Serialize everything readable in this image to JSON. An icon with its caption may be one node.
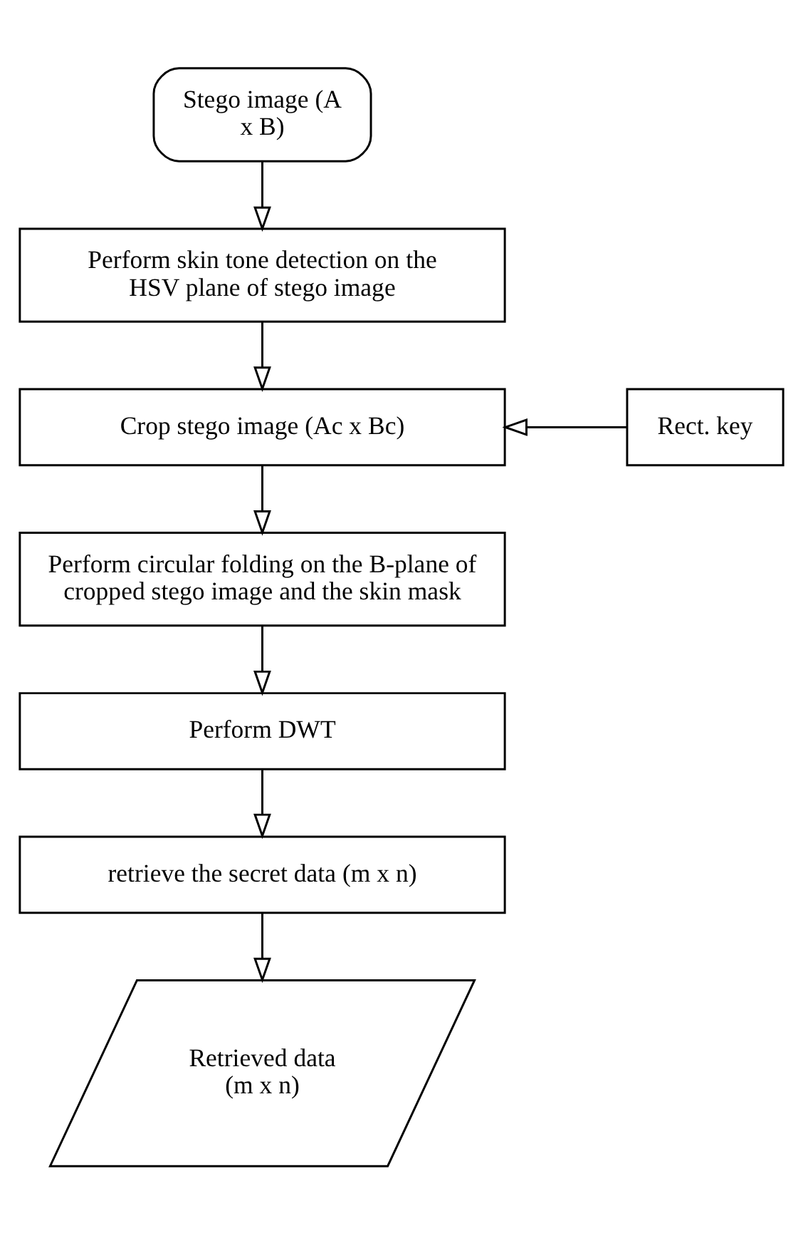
{
  "diagram": {
    "nodes": [
      {
        "text": [
          "Stego image (A x B)"
        ]
      },
      {
        "text": [
          "Perform skin tone detection on the HSV plane of stego image"
        ]
      },
      {
        "text": [
          "Crop stego image (Ac x Bc)"
        ]
      },
      {
        "text": [
          "Rect. key"
        ]
      },
      {
        "text": [
          "Perform circular folding on the B-plane of cropped stego image and the skin mask"
        ]
      },
      {
        "text": [
          "Perform DWT"
        ]
      },
      {
        "text": [
          "retrieve the secret data (m x n)"
        ]
      },
      {
        "text": [
          "Retrieved data (m x n)"
        ]
      }
    ],
    "edges": [
      {
        "from": 0,
        "to": 1,
        "arrow": "to"
      },
      {
        "from": 1,
        "to": 2,
        "arrow": "to"
      },
      {
        "from": 3,
        "to": 2,
        "arrow": "to"
      },
      {
        "from": 2,
        "to": 4,
        "arrow": "to"
      },
      {
        "from": 4,
        "to": 5,
        "arrow": "to"
      },
      {
        "from": 5,
        "to": 6,
        "arrow": "to"
      },
      {
        "from": 6,
        "to": 7,
        "arrow": "to"
      }
    ]
  }
}
